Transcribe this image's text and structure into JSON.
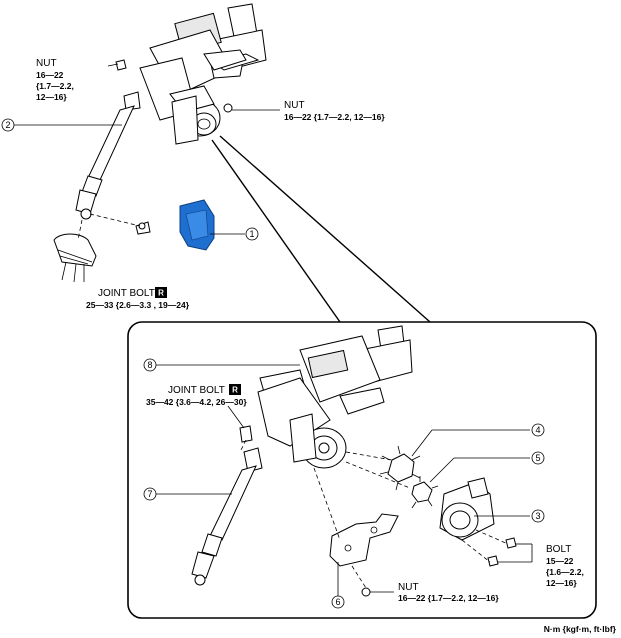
{
  "callouts": {
    "c1": "1",
    "c2": "2",
    "c3": "3",
    "c4": "4",
    "c5": "5",
    "c6": "6",
    "c7": "7",
    "c8": "8"
  },
  "nut_top_left": {
    "title": "NUT",
    "line1": "16—22",
    "line2": "{1.7—2.2,",
    "line3": "12—16}"
  },
  "nut_top_right": {
    "title": "NUT",
    "line1": "16—22 {1.7—2.2, 12—16}"
  },
  "joint_bolt_top": {
    "title": "JOINT BOLT",
    "badge": "R",
    "spec": "25—33 {2.6—3.3 , 19—24}"
  },
  "joint_bolt_detail": {
    "title": "JOINT BOLT",
    "badge": "R",
    "spec": "35—42 {3.6—4.2, 26—30}"
  },
  "bolt_detail": {
    "title": "BOLT",
    "line1": "15—22",
    "line2": "{1.6—2.2,",
    "line3": "12—16}"
  },
  "nut_detail": {
    "title": "NUT",
    "line1": "16—22 {1.7—2.2, 12—16}"
  },
  "units": "N·m {kgf·m, ft·lbf}",
  "colors": {
    "highlight_part": "#1f6fd1",
    "line": "#000000"
  }
}
